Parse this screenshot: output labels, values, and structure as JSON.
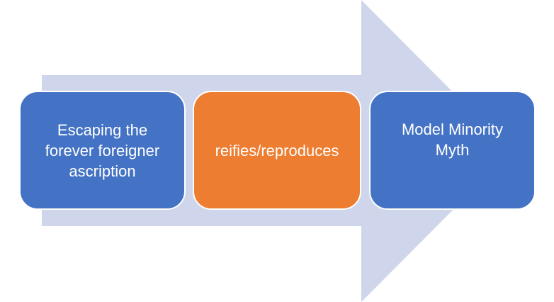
{
  "diagram": {
    "type": "process-arrow",
    "arrow_color": "#CFD5EA",
    "steps": [
      {
        "label": "Escaping the forever foreigner ascription",
        "lines": [
          "Escaping the",
          "forever foreigner",
          "ascription"
        ],
        "color": "#4472C4"
      },
      {
        "label": "reifies/reproduces",
        "lines": [
          "reifies/reproduces"
        ],
        "color": "#ED7D31"
      },
      {
        "label": "Model Minority Myth",
        "lines": [
          "Model Minority",
          "Myth"
        ],
        "color": "#4472C4"
      }
    ]
  }
}
